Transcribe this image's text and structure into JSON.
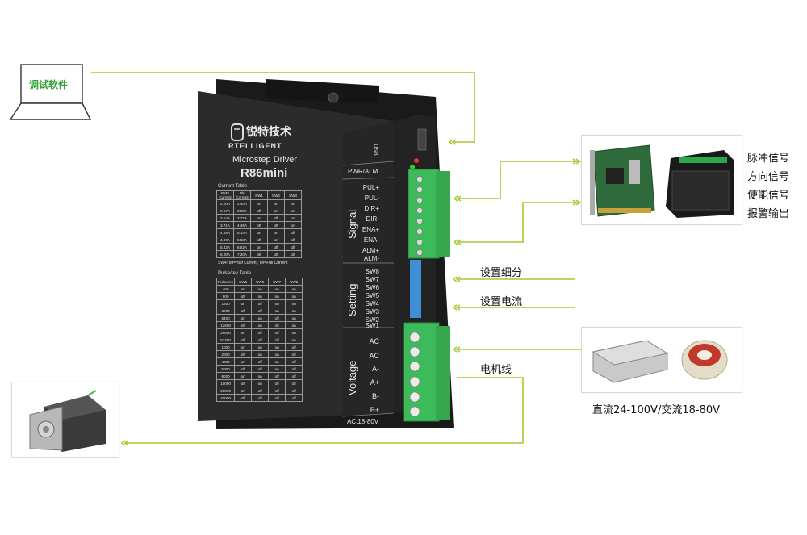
{
  "laptop": {
    "label": "调试软件"
  },
  "driver": {
    "brand_cn": "锐特技术",
    "brand_en": "RTELLIGENT",
    "subtitle": "Microstep Driver",
    "model": "R86mini",
    "usb": "USB",
    "pwr_alm": "PWR/ALM",
    "signal_title": "Signal",
    "signal_pins": [
      "PUL+",
      "PUL-",
      "DIR+",
      "DIR-",
      "ENA+",
      "ENA-",
      "ALM+",
      "ALM-"
    ],
    "setting_title": "Setting",
    "switches": [
      "SW8",
      "SW7",
      "SW6",
      "SW5",
      "SW4",
      "SW3",
      "SW2",
      "SW1"
    ],
    "voltage_title": "Voltage",
    "power_pins": [
      "AC",
      "AC",
      "A-",
      "A+",
      "B-",
      "B+"
    ],
    "ac_range": "AC:18-80V",
    "current_table": {
      "title": "Current Table",
      "headers": [
        "RMS Current",
        "Pk Current",
        "SW1",
        "SW2",
        "SW3"
      ],
      "rows": [
        [
          "2.00A",
          "2.40A",
          "on",
          "on",
          "on"
        ],
        [
          "2.57A",
          "3.08A",
          "off",
          "on",
          "on"
        ],
        [
          "3.14A",
          "3.77A",
          "on",
          "off",
          "on"
        ],
        [
          "3.71A",
          "4.45A",
          "off",
          "off",
          "on"
        ],
        [
          "4.28A",
          "5.14A",
          "on",
          "on",
          "off"
        ],
        [
          "4.86A",
          "5.83A",
          "off",
          "on",
          "off"
        ],
        [
          "5.43A",
          "6.52A",
          "on",
          "off",
          "off"
        ],
        [
          "6.00A",
          "7.20A",
          "off",
          "off",
          "off"
        ]
      ],
      "note": "SW4: off=Half Current, on=Full Current"
    },
    "pulse_table": {
      "title": "Pulse/rev Table",
      "headers": [
        "Pulse/rev",
        "SW5",
        "SW6",
        "SW7",
        "SW8"
      ],
      "rows": [
        [
          "400",
          "on",
          "on",
          "on",
          "on"
        ],
        [
          "800",
          "off",
          "on",
          "on",
          "on"
        ],
        [
          "1600",
          "on",
          "off",
          "on",
          "on"
        ],
        [
          "3200",
          "off",
          "off",
          "on",
          "on"
        ],
        [
          "6400",
          "on",
          "on",
          "off",
          "on"
        ],
        [
          "12800",
          "off",
          "on",
          "off",
          "on"
        ],
        [
          "25600",
          "on",
          "off",
          "off",
          "on"
        ],
        [
          "51200",
          "off",
          "off",
          "off",
          "on"
        ],
        [
          "1000",
          "on",
          "on",
          "on",
          "off"
        ],
        [
          "2000",
          "off",
          "on",
          "on",
          "off"
        ],
        [
          "4000",
          "on",
          "off",
          "on",
          "off"
        ],
        [
          "5000",
          "off",
          "off",
          "on",
          "off"
        ],
        [
          "8000",
          "on",
          "on",
          "off",
          "off"
        ],
        [
          "10000",
          "off",
          "on",
          "off",
          "off"
        ],
        [
          "20000",
          "on",
          "off",
          "off",
          "off"
        ],
        [
          "40000",
          "off",
          "off",
          "off",
          "off"
        ]
      ]
    }
  },
  "controller_labels": [
    "脉冲信号",
    "方向信号",
    "使能信号",
    "报警输出"
  ],
  "setting_labels": {
    "subdivision": "设置细分",
    "current": "设置电流"
  },
  "motor_line_label": "电机线",
  "power_caption": "直流24-100V/交流18-80V",
  "colors": {
    "line": "#a6c833",
    "driver_body": "#2a2a2a",
    "terminal": "#3dbb5a",
    "dip": "#3f8fd6"
  }
}
